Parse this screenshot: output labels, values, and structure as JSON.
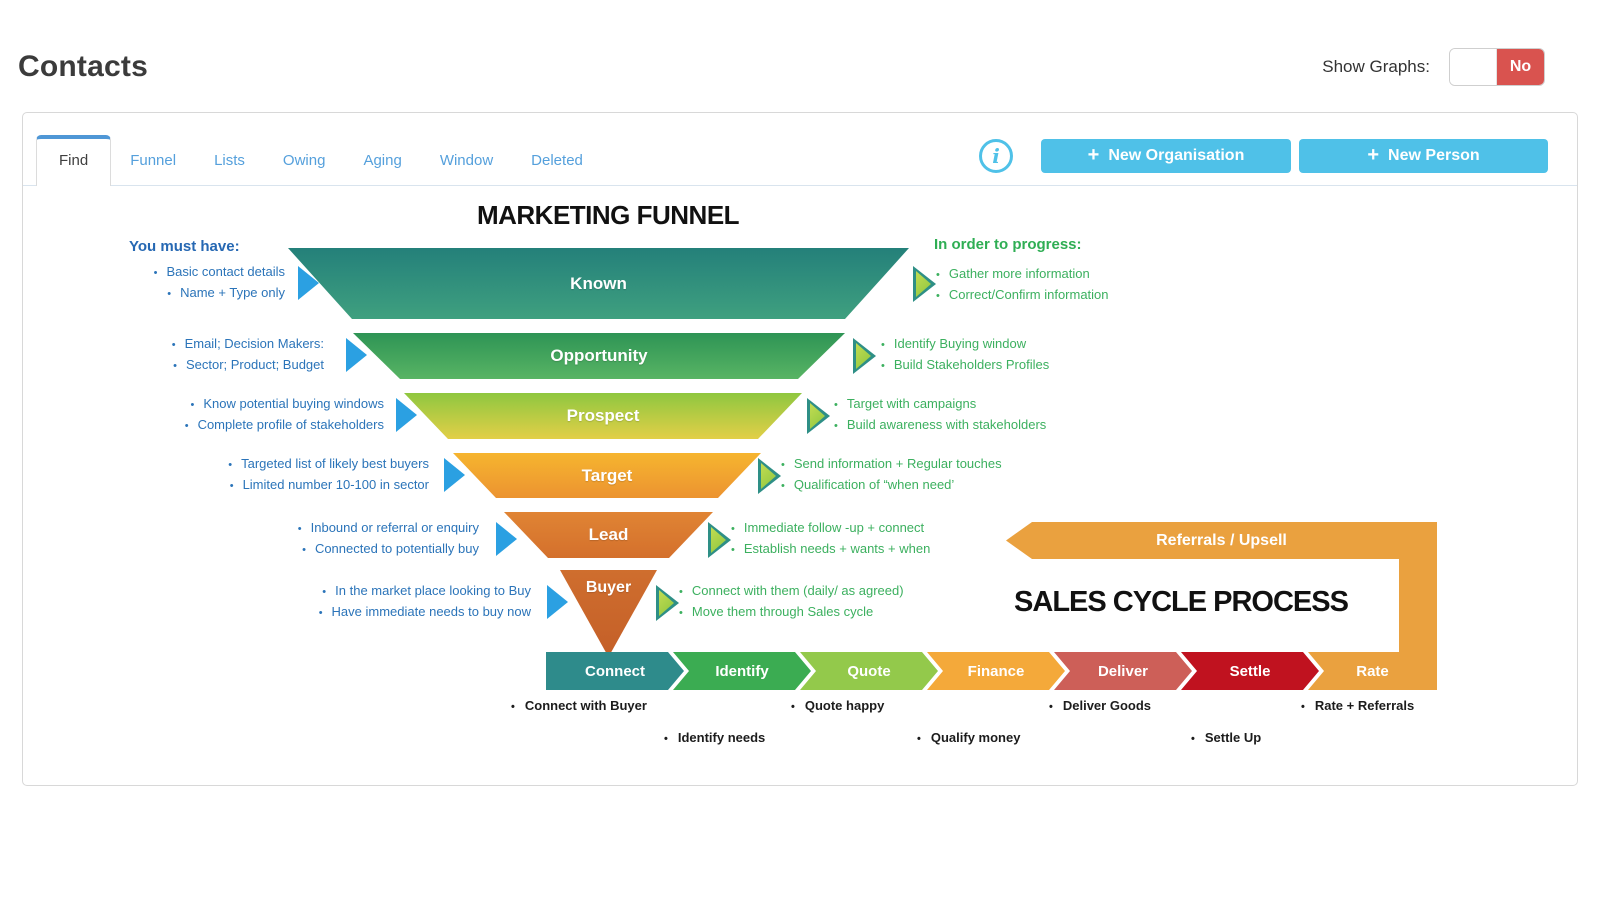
{
  "page_title": "Contacts",
  "header": {
    "show_graphs_label": "Show Graphs:",
    "toggle_value": "No",
    "toggle_on_color": "#d9534f"
  },
  "tabs": [
    {
      "label": "Find",
      "active": true
    },
    {
      "label": "Funnel",
      "active": false
    },
    {
      "label": "Lists",
      "active": false
    },
    {
      "label": "Owing",
      "active": false
    },
    {
      "label": "Aging",
      "active": false
    },
    {
      "label": "Window",
      "active": false
    },
    {
      "label": "Deleted",
      "active": false
    }
  ],
  "actions": {
    "plus_glyph": "+",
    "new_organisation_label": "New Organisation",
    "new_person_label": "New Person",
    "info_glyph": "i",
    "button_color": "#4fc1e8"
  },
  "funnel": {
    "title": "MARKETING FUNNEL",
    "left_heading": "You must have:",
    "right_heading": "In order to progress:",
    "stages": [
      {
        "name": "Known",
        "color_top": "#24807a",
        "color_bottom": "#3fa07f",
        "left": [
          "Basic contact details",
          "Name + Type only"
        ],
        "right": [
          "Gather more information",
          "Correct/Confirm information"
        ]
      },
      {
        "name": "Opportunity",
        "color_top": "#2e9455",
        "color_bottom": "#58b464",
        "left": [
          "Email; Decision Makers:",
          "Sector; Product; Budget"
        ],
        "right": [
          "Identify Buying window",
          "Build Stakeholders Profiles"
        ]
      },
      {
        "name": "Prospect",
        "color_top": "#8fc740",
        "color_bottom": "#e2cf47",
        "left": [
          "Know potential buying windows",
          "Complete profile of stakeholders"
        ],
        "right": [
          "Target with campaigns",
          "Build awareness with stakeholders"
        ]
      },
      {
        "name": "Target",
        "color_top": "#f6b52f",
        "color_bottom": "#ec9330",
        "left": [
          "Targeted list of likely best buyers",
          "Limited number 10-100 in sector"
        ],
        "right": [
          "Send information + Regular touches",
          "Qualification of “when need’"
        ]
      },
      {
        "name": "Lead",
        "color_top": "#e08434",
        "color_bottom": "#d4702c",
        "left": [
          "Inbound or referral or enquiry",
          "Connected to potentially buy"
        ],
        "right": [
          "Immediate follow -up + connect",
          "Establish needs + wants + when"
        ]
      },
      {
        "name": "Buyer",
        "color_top": "#cf6e2e",
        "color_bottom": "#c45f28",
        "left": [
          "In the market place looking to Buy",
          "Have immediate needs to buy now"
        ],
        "right": [
          "Connect with them (daily/ as agreed)",
          "Move them through Sales cycle"
        ]
      }
    ]
  },
  "sales_cycle": {
    "title": "SALES CYCLE PROCESS",
    "referrals_banner": "Referrals / Upsell",
    "banner_color": "#eaa13f",
    "steps": [
      {
        "label": "Connect",
        "color": "#2e8b8b"
      },
      {
        "label": "Identify",
        "color": "#3bac52"
      },
      {
        "label": "Quote",
        "color": "#93c94b"
      },
      {
        "label": "Finance",
        "color": "#f4a93a"
      },
      {
        "label": "Deliver",
        "color": "#cd5f58"
      },
      {
        "label": "Settle",
        "color": "#c0121f"
      },
      {
        "label": "Rate",
        "color": "#eaa13f"
      }
    ],
    "notes_row1": [
      "Connect with Buyer",
      "Quote happy",
      "Deliver Goods",
      "Rate + Referrals"
    ],
    "notes_row2": [
      "Identify needs",
      "Qualify money",
      "Settle Up"
    ]
  }
}
